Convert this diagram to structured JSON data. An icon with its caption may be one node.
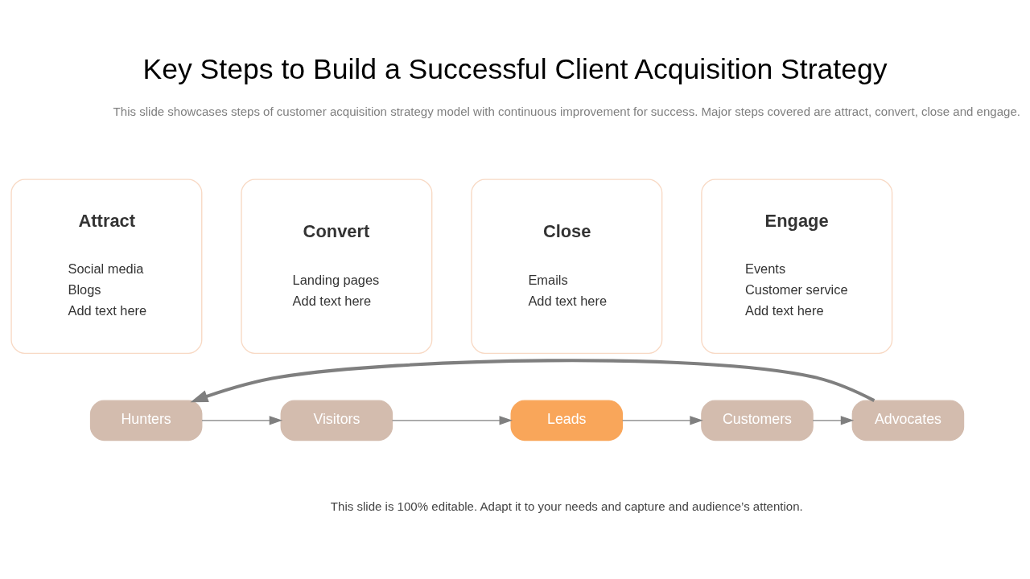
{
  "diagram": {
    "title": "Key Steps to Build a Successful Client Acquisition Strategy",
    "caption": "This slide is 100% editable. Adapt it to your needs and capture and audience’s attention.",
    "nodes": [
      {
        "text": [
          "Attract",
          "Social media",
          "Blogs",
          "Add text here"
        ]
      },
      {
        "text": [
          "Convert",
          "Landing pages",
          "Add text here"
        ]
      },
      {
        "text": [
          "Close",
          "Emails",
          "Add text here"
        ]
      },
      {
        "text": [
          "Engage",
          "Events",
          "Customer service",
          "Add text here"
        ]
      },
      {
        "text": [
          "Hunters"
        ]
      },
      {
        "text": [
          "Visitors"
        ]
      },
      {
        "text": [
          "Leads"
        ]
      },
      {
        "text": [
          "Customers"
        ]
      },
      {
        "text": [
          "Advocates"
        ]
      }
    ],
    "edges": [
      {
        "from": 4,
        "to": 5,
        "arrow": "to"
      },
      {
        "from": 5,
        "to": 6,
        "arrow": "to"
      },
      {
        "from": 6,
        "to": 7,
        "arrow": "to"
      },
      {
        "from": 7,
        "to": 8,
        "arrow": "to"
      },
      {
        "from": 8,
        "to": 4,
        "arrow": "to",
        "style": "thick",
        "color": "#7f7f7f"
      }
    ],
    "labels": [
      "This slide showcases steps of customer acquisition strategy model with continuous improvement for success. Major steps covered are attract, convert, close and engage."
    ]
  }
}
